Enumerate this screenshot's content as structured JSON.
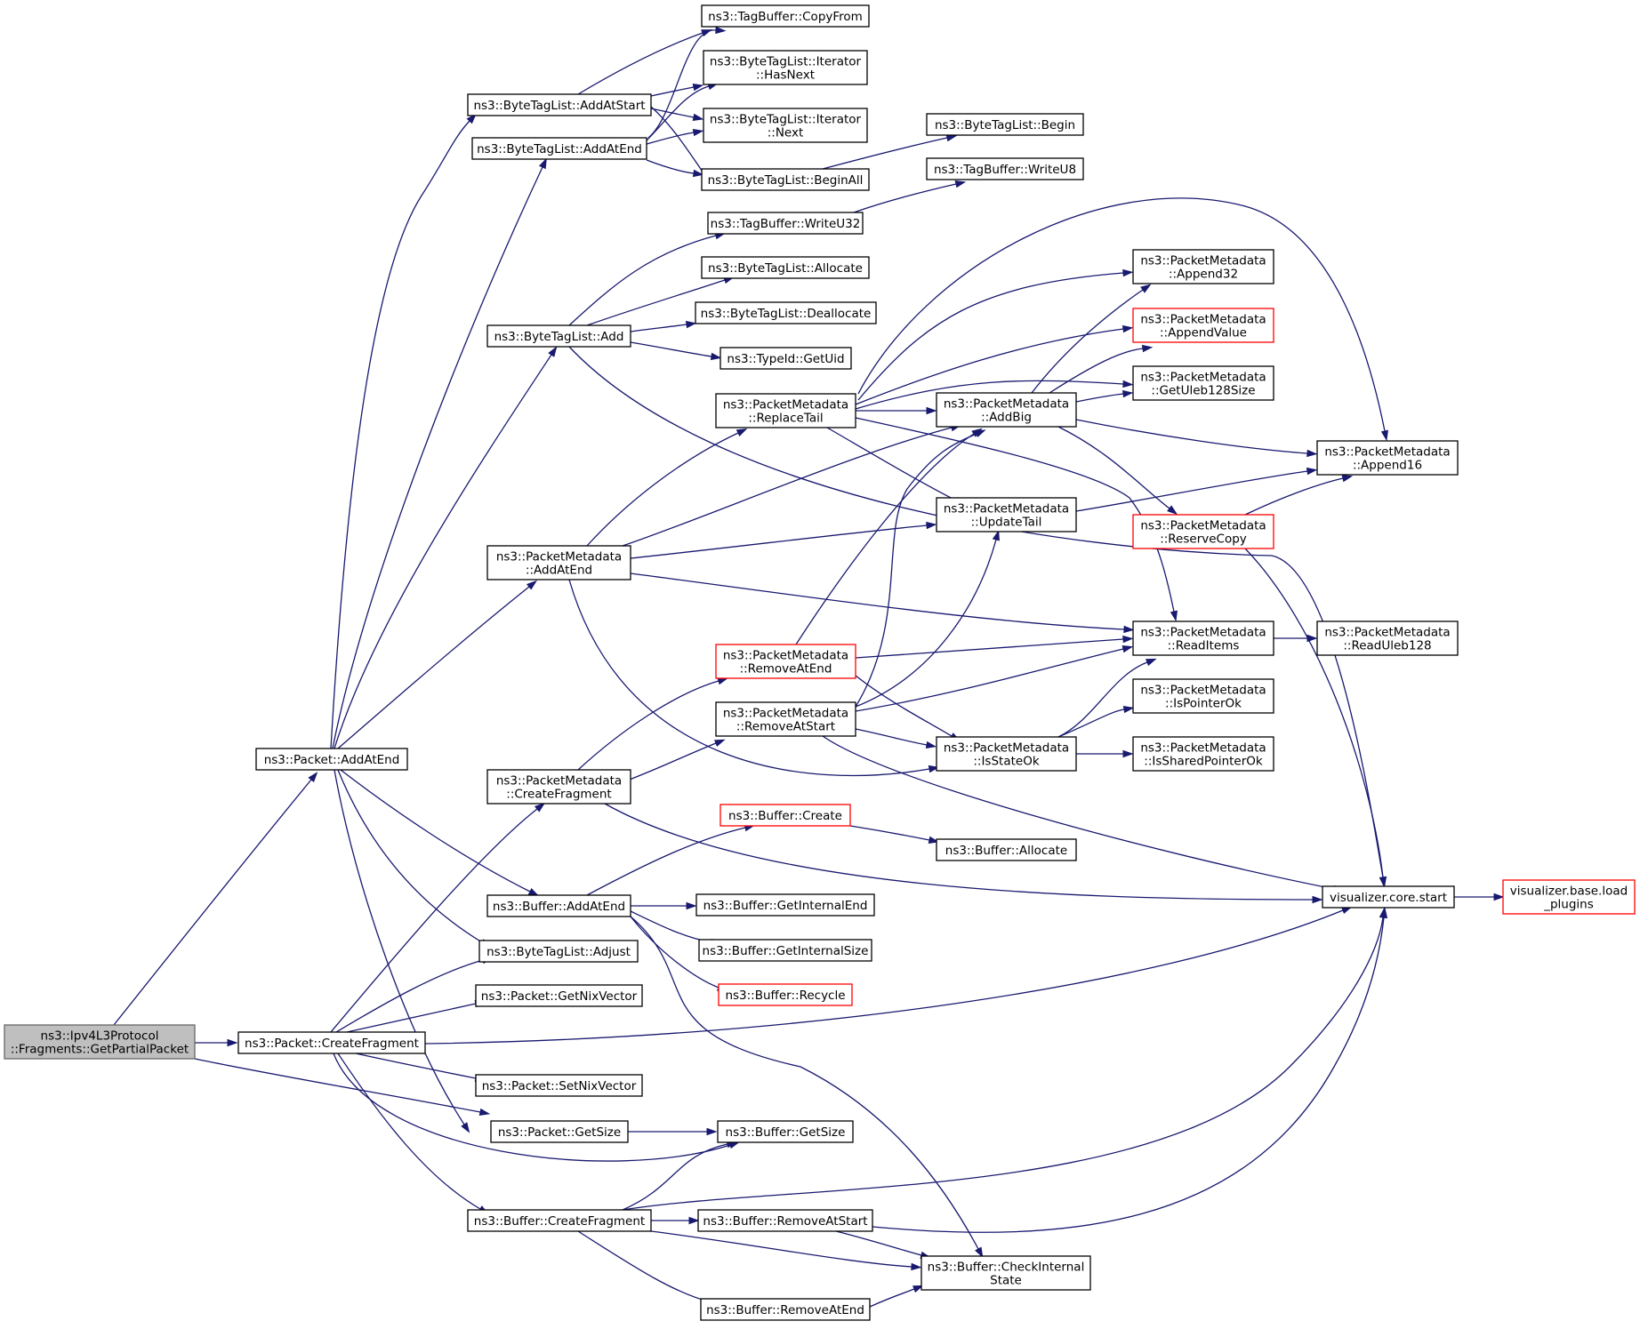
{
  "graph": {
    "nodes": [
      {
        "id": "root",
        "lines": [
          "ns3::Ipv4L3Protocol",
          "::Fragments::GetPartialPacket"
        ],
        "style": "root"
      },
      {
        "id": "pkt_addatend",
        "lines": [
          "ns3::Packet::AddAtEnd"
        ]
      },
      {
        "id": "pkt_createfrag",
        "lines": [
          "ns3::Packet::CreateFragment"
        ]
      },
      {
        "id": "pkt_getsize",
        "lines": [
          "ns3::Packet::GetSize"
        ]
      },
      {
        "id": "btl_addatstart",
        "lines": [
          "ns3::ByteTagList::AddAtStart"
        ]
      },
      {
        "id": "btl_addatend",
        "lines": [
          "ns3::ByteTagList::AddAtEnd"
        ]
      },
      {
        "id": "btl_add",
        "lines": [
          "ns3::ByteTagList::Add"
        ]
      },
      {
        "id": "pm_addatend",
        "lines": [
          "ns3::PacketMetadata",
          "::AddAtEnd"
        ]
      },
      {
        "id": "pm_createfrag",
        "lines": [
          "ns3::PacketMetadata",
          "::CreateFragment"
        ]
      },
      {
        "id": "buf_addatend",
        "lines": [
          "ns3::Buffer::AddAtEnd"
        ]
      },
      {
        "id": "btl_adjust",
        "lines": [
          "ns3::ByteTagList::Adjust"
        ]
      },
      {
        "id": "pkt_getnix",
        "lines": [
          "ns3::Packet::GetNixVector"
        ]
      },
      {
        "id": "pkt_setnix",
        "lines": [
          "ns3::Packet::SetNixVector"
        ]
      },
      {
        "id": "buf_createfrag",
        "lines": [
          "ns3::Buffer::CreateFragment"
        ]
      },
      {
        "id": "tb_copyfrom",
        "lines": [
          "ns3::TagBuffer::CopyFrom"
        ]
      },
      {
        "id": "it_hasnext",
        "lines": [
          "ns3::ByteTagList::Iterator",
          "::HasNext"
        ]
      },
      {
        "id": "it_next",
        "lines": [
          "ns3::ByteTagList::Iterator",
          "::Next"
        ]
      },
      {
        "id": "btl_beginall",
        "lines": [
          "ns3::ByteTagList::BeginAll"
        ]
      },
      {
        "id": "tb_writeu32",
        "lines": [
          "ns3::TagBuffer::WriteU32"
        ]
      },
      {
        "id": "btl_allocate",
        "lines": [
          "ns3::ByteTagList::Allocate"
        ]
      },
      {
        "id": "btl_deallocate",
        "lines": [
          "ns3::ByteTagList::Deallocate"
        ]
      },
      {
        "id": "typeid_getuid",
        "lines": [
          "ns3::TypeId::GetUid"
        ]
      },
      {
        "id": "pm_replacetail",
        "lines": [
          "ns3::PacketMetadata",
          "::ReplaceTail"
        ]
      },
      {
        "id": "pm_removeatend",
        "lines": [
          "ns3::PacketMetadata",
          "::RemoveAtEnd"
        ],
        "style": "red"
      },
      {
        "id": "pm_removeatstart",
        "lines": [
          "ns3::PacketMetadata",
          "::RemoveAtStart"
        ]
      },
      {
        "id": "buf_create",
        "lines": [
          "ns3::Buffer::Create"
        ],
        "style": "red"
      },
      {
        "id": "buf_getinternalend",
        "lines": [
          "ns3::Buffer::GetInternalEnd"
        ]
      },
      {
        "id": "buf_getinternalsize",
        "lines": [
          "ns3::Buffer::GetInternalSize"
        ]
      },
      {
        "id": "buf_recycle",
        "lines": [
          "ns3::Buffer::Recycle"
        ],
        "style": "red"
      },
      {
        "id": "buf_getsize",
        "lines": [
          "ns3::Buffer::GetSize"
        ]
      },
      {
        "id": "buf_removeatstart",
        "lines": [
          "ns3::Buffer::RemoveAtStart"
        ]
      },
      {
        "id": "buf_removeatend",
        "lines": [
          "ns3::Buffer::RemoveAtEnd"
        ]
      },
      {
        "id": "btl_begin",
        "lines": [
          "ns3::ByteTagList::Begin"
        ]
      },
      {
        "id": "tb_writeu8",
        "lines": [
          "ns3::TagBuffer::WriteU8"
        ]
      },
      {
        "id": "pm_addbig",
        "lines": [
          "ns3::PacketMetadata",
          "::AddBig"
        ]
      },
      {
        "id": "pm_updatetail",
        "lines": [
          "ns3::PacketMetadata",
          "::UpdateTail"
        ]
      },
      {
        "id": "pm_isstateok",
        "lines": [
          "ns3::PacketMetadata",
          "::IsStateOk"
        ]
      },
      {
        "id": "buf_allocate",
        "lines": [
          "ns3::Buffer::Allocate"
        ]
      },
      {
        "id": "buf_checkinternal",
        "lines": [
          "ns3::Buffer::CheckInternal",
          "State"
        ]
      },
      {
        "id": "pm_append32",
        "lines": [
          "ns3::PacketMetadata",
          "::Append32"
        ]
      },
      {
        "id": "pm_appendvalue",
        "lines": [
          "ns3::PacketMetadata",
          "::AppendValue"
        ],
        "style": "red"
      },
      {
        "id": "pm_getuleb128size",
        "lines": [
          "ns3::PacketMetadata",
          "::GetUleb128Size"
        ]
      },
      {
        "id": "pm_reservecopy",
        "lines": [
          "ns3::PacketMetadata",
          "::ReserveCopy"
        ],
        "style": "red"
      },
      {
        "id": "pm_readitems",
        "lines": [
          "ns3::PacketMetadata",
          "::ReadItems"
        ]
      },
      {
        "id": "pm_ispointerok",
        "lines": [
          "ns3::PacketMetadata",
          "::IsPointerOk"
        ]
      },
      {
        "id": "pm_issharedpointerok",
        "lines": [
          "ns3::PacketMetadata",
          "::IsSharedPointerOk"
        ]
      },
      {
        "id": "vis_start",
        "lines": [
          "visualizer.core.start"
        ]
      },
      {
        "id": "pm_append16",
        "lines": [
          "ns3::PacketMetadata",
          "::Append16"
        ]
      },
      {
        "id": "pm_readuleb128",
        "lines": [
          "ns3::PacketMetadata",
          "::ReadUleb128"
        ]
      },
      {
        "id": "vis_loadplugins",
        "lines": [
          "visualizer.base.load",
          "_plugins"
        ],
        "style": "red"
      }
    ],
    "edges": [
      [
        "root",
        "pkt_addatend"
      ],
      [
        "root",
        "pkt_createfrag"
      ],
      [
        "root",
        "pkt_getsize"
      ],
      [
        "pkt_addatend",
        "btl_addatstart"
      ],
      [
        "pkt_addatend",
        "btl_addatend"
      ],
      [
        "pkt_addatend",
        "btl_add"
      ],
      [
        "pkt_addatend",
        "pm_addatend"
      ],
      [
        "pkt_addatend",
        "buf_addatend"
      ],
      [
        "pkt_addatend",
        "btl_adjust"
      ],
      [
        "pkt_addatend",
        "pkt_getsize"
      ],
      [
        "pkt_createfrag",
        "pm_createfrag"
      ],
      [
        "pkt_createfrag",
        "btl_adjust"
      ],
      [
        "pkt_createfrag",
        "pkt_getnix"
      ],
      [
        "pkt_createfrag",
        "pkt_setnix"
      ],
      [
        "pkt_createfrag",
        "buf_getsize"
      ],
      [
        "pkt_createfrag",
        "buf_createfrag"
      ],
      [
        "pkt_createfrag",
        "vis_start"
      ],
      [
        "pkt_getsize",
        "buf_getsize"
      ],
      [
        "btl_addatstart",
        "tb_copyfrom"
      ],
      [
        "btl_addatstart",
        "it_hasnext"
      ],
      [
        "btl_addatstart",
        "it_next"
      ],
      [
        "btl_addatstart",
        "btl_beginall"
      ],
      [
        "btl_addatend",
        "tb_copyfrom"
      ],
      [
        "btl_addatend",
        "it_hasnext"
      ],
      [
        "btl_addatend",
        "it_next"
      ],
      [
        "btl_addatend",
        "btl_beginall"
      ],
      [
        "btl_beginall",
        "btl_begin"
      ],
      [
        "btl_add",
        "tb_writeu32"
      ],
      [
        "btl_add",
        "btl_allocate"
      ],
      [
        "btl_add",
        "btl_deallocate"
      ],
      [
        "btl_add",
        "typeid_getuid"
      ],
      [
        "btl_add",
        "vis_start"
      ],
      [
        "tb_writeu32",
        "tb_writeu8"
      ],
      [
        "pm_addatend",
        "pm_replacetail"
      ],
      [
        "pm_addatend",
        "pm_addbig"
      ],
      [
        "pm_addatend",
        "pm_updatetail"
      ],
      [
        "pm_addatend",
        "pm_readitems"
      ],
      [
        "pm_addatend",
        "pm_isstateok"
      ],
      [
        "pm_replacetail",
        "pm_append16"
      ],
      [
        "pm_replacetail",
        "pm_append32"
      ],
      [
        "pm_replacetail",
        "pm_appendvalue"
      ],
      [
        "pm_replacetail",
        "pm_getuleb128size"
      ],
      [
        "pm_replacetail",
        "pm_addbig"
      ],
      [
        "pm_replacetail",
        "pm_updatetail"
      ],
      [
        "pm_replacetail",
        "pm_readitems"
      ],
      [
        "pm_createfrag",
        "pm_removeatend"
      ],
      [
        "pm_createfrag",
        "pm_removeatstart"
      ],
      [
        "pm_createfrag",
        "vis_start"
      ],
      [
        "pm_removeatend",
        "pm_addbig"
      ],
      [
        "pm_removeatend",
        "pm_readitems"
      ],
      [
        "pm_removeatend",
        "pm_isstateok"
      ],
      [
        "pm_removeatstart",
        "pm_addbig"
      ],
      [
        "pm_removeatstart",
        "pm_updatetail"
      ],
      [
        "pm_removeatstart",
        "pm_readitems"
      ],
      [
        "pm_removeatstart",
        "pm_isstateok"
      ],
      [
        "pm_removeatstart",
        "vis_start"
      ],
      [
        "pm_addbig",
        "pm_append32"
      ],
      [
        "pm_addbig",
        "pm_appendvalue"
      ],
      [
        "pm_addbig",
        "pm_getuleb128size"
      ],
      [
        "pm_addbig",
        "pm_append16"
      ],
      [
        "pm_addbig",
        "pm_reservecopy"
      ],
      [
        "pm_updatetail",
        "pm_append16"
      ],
      [
        "pm_reservecopy",
        "pm_append16"
      ],
      [
        "pm_reservecopy",
        "vis_start"
      ],
      [
        "pm_readitems",
        "pm_readuleb128"
      ],
      [
        "pm_isstateok",
        "pm_readitems"
      ],
      [
        "pm_isstateok",
        "pm_ispointerok"
      ],
      [
        "pm_isstateok",
        "pm_issharedpointerok"
      ],
      [
        "buf_addatend",
        "buf_create"
      ],
      [
        "buf_addatend",
        "buf_getinternalend"
      ],
      [
        "buf_addatend",
        "buf_getinternalsize"
      ],
      [
        "buf_addatend",
        "buf_recycle"
      ],
      [
        "buf_addatend",
        "buf_checkinternal"
      ],
      [
        "buf_create",
        "buf_allocate"
      ],
      [
        "buf_createfrag",
        "buf_getsize"
      ],
      [
        "buf_createfrag",
        "buf_removeatstart"
      ],
      [
        "buf_createfrag",
        "buf_removeatend"
      ],
      [
        "buf_createfrag",
        "buf_checkinternal"
      ],
      [
        "buf_createfrag",
        "vis_start"
      ],
      [
        "buf_removeatstart",
        "buf_checkinternal"
      ],
      [
        "buf_removeatstart",
        "vis_start"
      ],
      [
        "buf_removeatend",
        "buf_checkinternal"
      ],
      [
        "vis_start",
        "vis_loadplugins"
      ]
    ]
  }
}
